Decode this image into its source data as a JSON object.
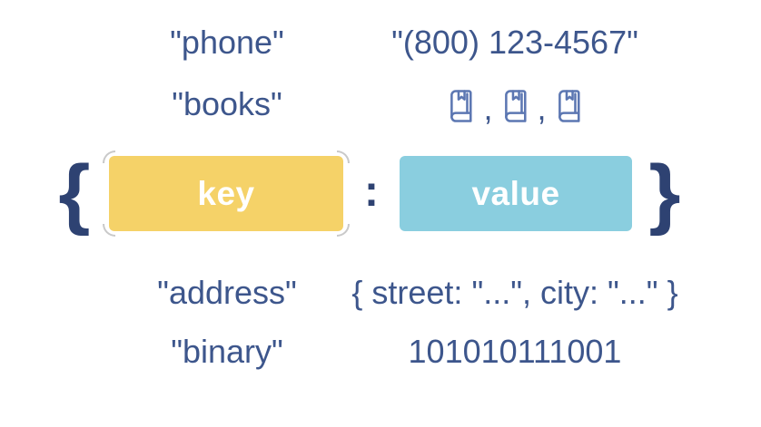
{
  "diagram": {
    "open_brace": "{",
    "key_label": "key",
    "colon": ":",
    "value_label": "value",
    "close_brace": "}"
  },
  "examples_above": [
    {
      "key": "\"phone\"",
      "value": "\"(800) 123-4567\""
    },
    {
      "key": "\"books\"",
      "value_icons": {
        "icon": "book-icon",
        "count": 3,
        "separator": ","
      }
    }
  ],
  "examples_below": [
    {
      "key": "\"address\"",
      "value": "{ street: \"...\", city: \"...\" }"
    },
    {
      "key": "\"binary\"",
      "value": "101010111001"
    }
  ],
  "colors": {
    "key_box": "#F5D268",
    "value_box": "#8ACEDF",
    "example_text": "#3D568C",
    "brace_and_colon": "#2E4272",
    "book_icon": "#5C77B2",
    "box_label_text": "#FFFFFF",
    "corner_marks": "#C9C9C9"
  }
}
